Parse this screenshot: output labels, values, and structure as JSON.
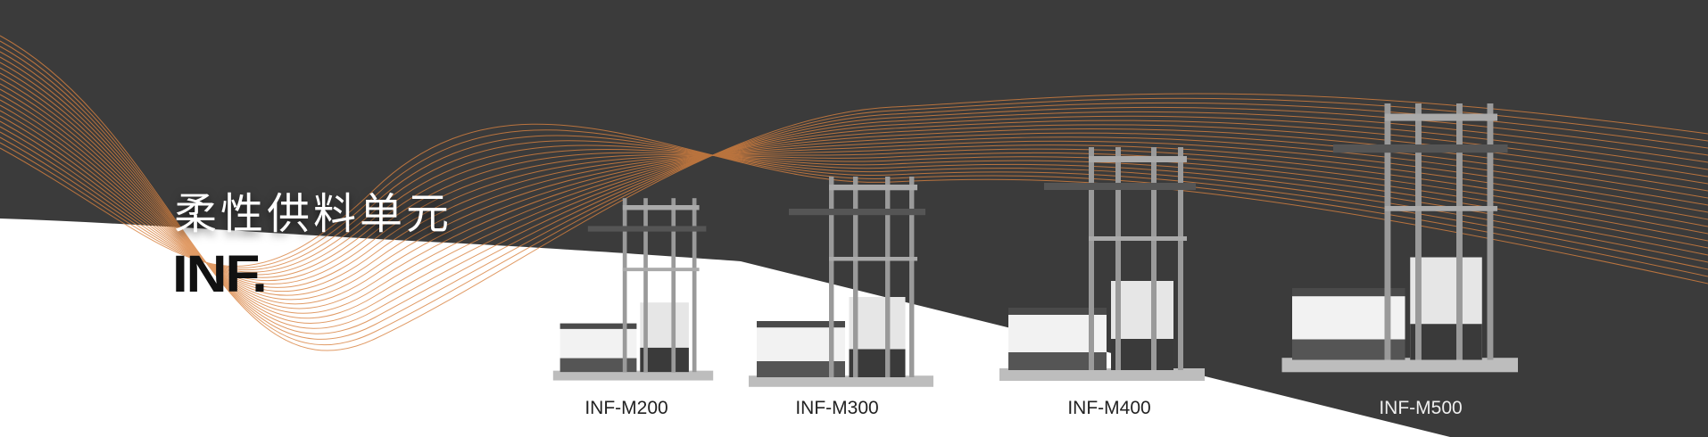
{
  "banner": {
    "title": "柔性供料单元",
    "brand": "INF.",
    "products": [
      {
        "label": "INF-M200"
      },
      {
        "label": "INF-M300"
      },
      {
        "label": "INF-M400"
      },
      {
        "label": "INF-M500"
      }
    ]
  },
  "colors": {
    "dark": "#3b3b3b",
    "light": "#ffffff",
    "accent": "#d9823f"
  }
}
